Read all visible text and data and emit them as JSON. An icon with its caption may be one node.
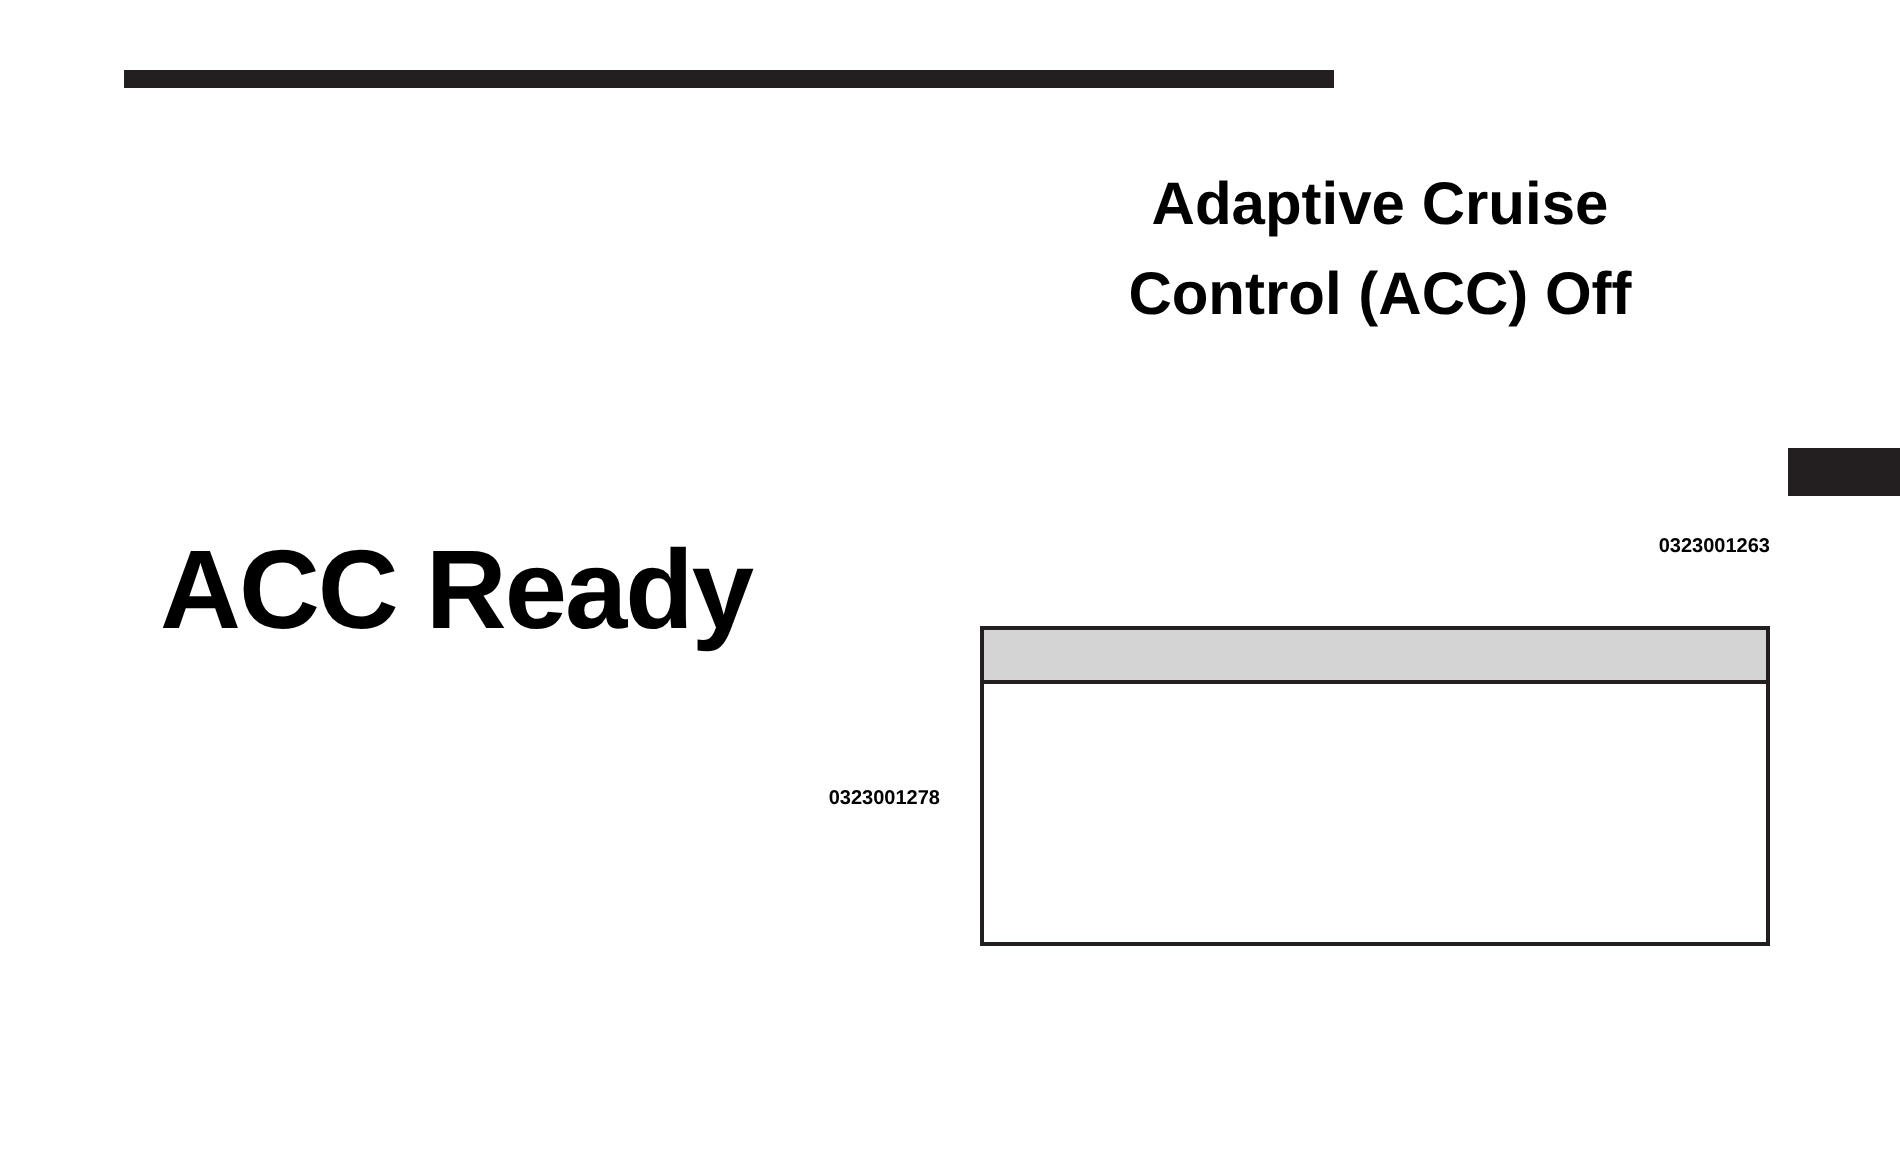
{
  "diagram": {
    "labels": [
      "ACC Ready",
      "0323001278",
      "Adaptive Cruise Control (ACC) Off",
      "0323001263"
    ]
  }
}
